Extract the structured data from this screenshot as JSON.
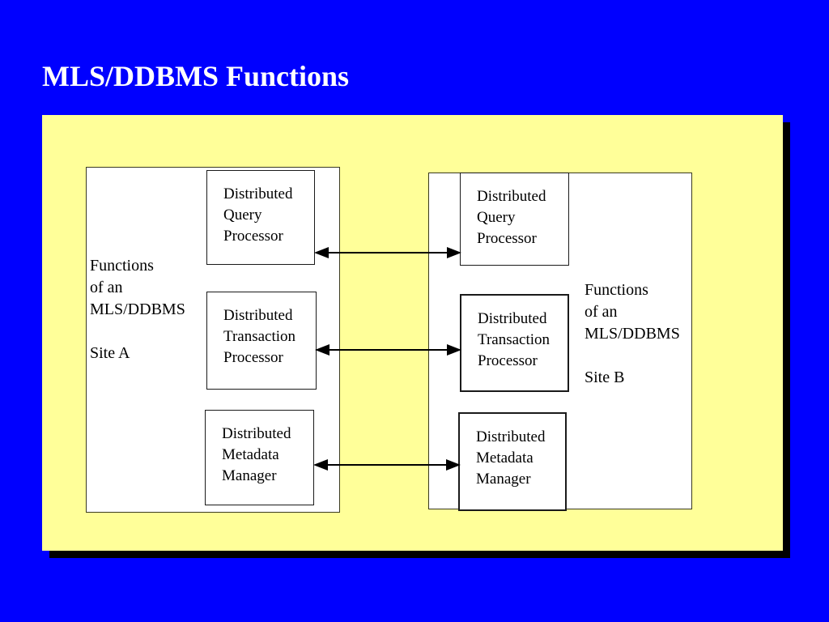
{
  "slide": {
    "title": "MLS/DDBMS Functions",
    "background_color": "#0000FF",
    "panel_color": "#FFFF99",
    "box_fill_color": "#FFFFFF",
    "title_color": "#FFFFFF",
    "text_color": "#000000"
  },
  "site_a": {
    "caption": {
      "line1": "Functions",
      "line2": "of an",
      "line3": "MLS/DDBMS",
      "line4": "Site A"
    },
    "boxes": [
      {
        "id": "query",
        "line1": "Distributed",
        "line2": "Query",
        "line3": "Processor"
      },
      {
        "id": "txn",
        "line1": "Distributed",
        "line2": "Transaction",
        "line3": "Processor"
      },
      {
        "id": "metadata",
        "line1": "Distributed",
        "line2": "Metadata",
        "line3": "Manager"
      }
    ]
  },
  "site_b": {
    "caption": {
      "line1": "Functions",
      "line2": "of an",
      "line3": "MLS/DDBMS",
      "line4": "Site B"
    },
    "boxes": [
      {
        "id": "query",
        "line1": "Distributed",
        "line2": "Query",
        "line3": "Processor"
      },
      {
        "id": "txn",
        "line1": "Distributed",
        "line2": "Transaction",
        "line3": "Processor"
      },
      {
        "id": "metadata",
        "line1": "Distributed",
        "line2": "Metadata",
        "line3": "Manager"
      }
    ]
  },
  "connectors": [
    {
      "id": "query-link",
      "type": "bidirectional-arrow",
      "from": "site-a-query-processor",
      "to": "site-b-query-processor"
    },
    {
      "id": "txn-link",
      "type": "bidirectional-arrow",
      "from": "site-a-transaction-processor",
      "to": "site-b-transaction-processor"
    },
    {
      "id": "metadata-link",
      "type": "bidirectional-arrow",
      "from": "site-a-metadata-manager",
      "to": "site-b-metadata-manager"
    }
  ]
}
